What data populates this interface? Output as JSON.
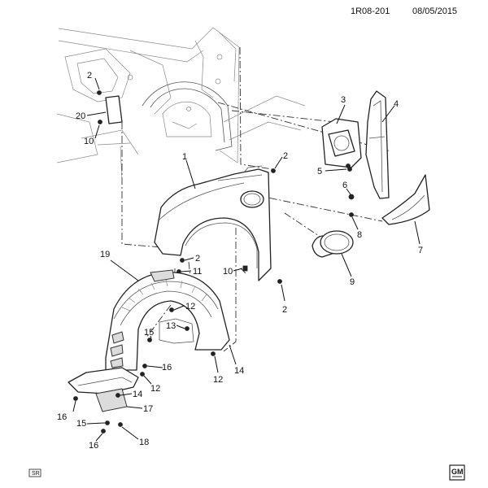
{
  "header": {
    "code": "1R08-201",
    "date": "08/05/2015"
  },
  "footer": {
    "sr_tag": "SR",
    "brand_mark": "GM"
  },
  "callouts": {
    "c1": "1",
    "c2a": "2",
    "c2b": "2",
    "c2c": "2",
    "c2d": "2",
    "c3": "3",
    "c4": "4",
    "c5": "5",
    "c6": "6",
    "c7": "7",
    "c8": "8",
    "c9": "9",
    "c10a": "10",
    "c10b": "10",
    "c11": "11",
    "c12a": "12",
    "c12b": "12",
    "c12c": "12",
    "c13": "13",
    "c14a": "14",
    "c14b": "14",
    "c15a": "15",
    "c15b": "15",
    "c16a": "16",
    "c16b": "16",
    "c16c": "16",
    "c17": "17",
    "c18": "18",
    "c19": "19",
    "c20": "20"
  }
}
